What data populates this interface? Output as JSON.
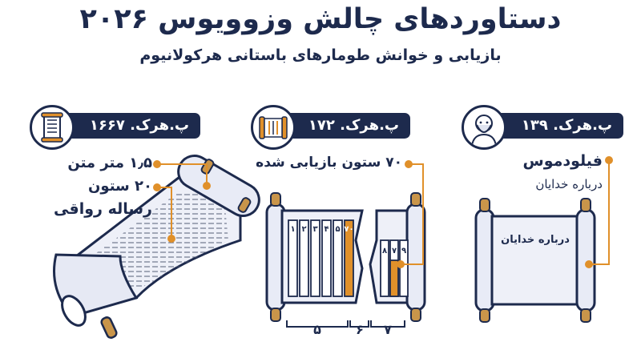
{
  "title": "دستاوردهای چالش وزوویوس ۲۰۲۶",
  "subtitle": "بازیابی و خوانش طومارهای باستانی هرکولانیوم",
  "colors": {
    "navy": "#1d2a4d",
    "accent": "#e0902a",
    "scroll_fill": "#eef0f8",
    "rod": "#c9954a"
  },
  "panels": [
    {
      "id": "philodemus",
      "header": "پ.هرک. ۱۳۹",
      "icon": "philosopher-bust-icon",
      "labels": [
        "فیلودموس",
        "درباره خدایان"
      ],
      "scroll_text": "درباره خدایان"
    },
    {
      "id": "phercc172",
      "header": "پ.هرک. ۱۷۲",
      "icon": "open-scroll-icon",
      "label": "۷۰ ستون بازیابی شده",
      "columns_left": [
        "۱",
        "۲",
        "۳",
        "۴",
        "۵",
        "۷۰"
      ],
      "columns_right": [
        "۸",
        "۷",
        "۹"
      ],
      "bottom_labels": [
        "۵",
        "۶",
        "۷"
      ]
    },
    {
      "id": "phercc1667",
      "header": "پ.هرک. ۱۶۶۷",
      "icon": "rolled-scroll-icon",
      "labels": [
        "۱٫۵ متر متن",
        "۲۰ ستون",
        "رساله رواقی"
      ]
    }
  ]
}
